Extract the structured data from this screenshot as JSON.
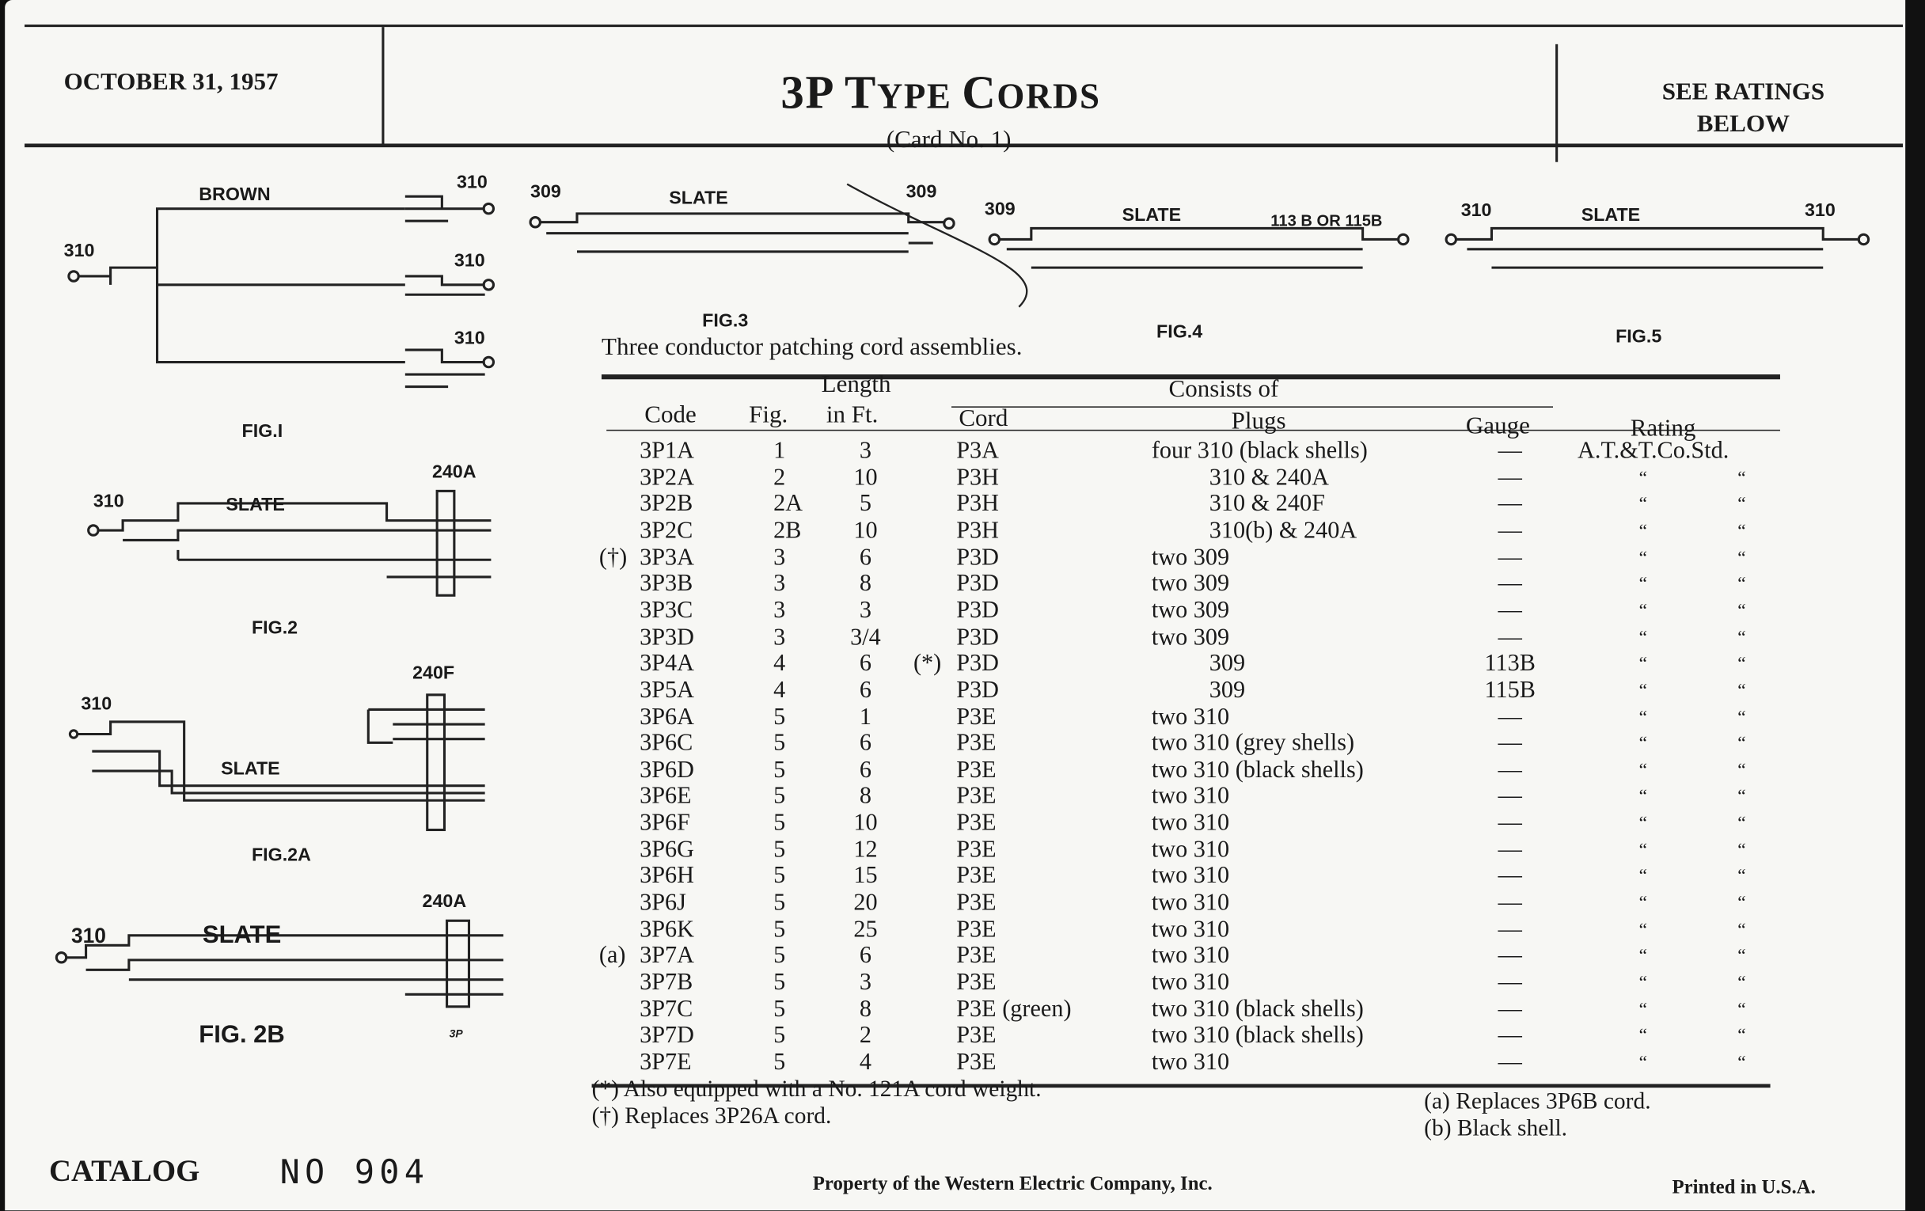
{
  "header": {
    "date": "OCTOBER 31, 1957",
    "title_big": "3P T",
    "title_small1": "YPE ",
    "title_c": "C",
    "title_small2": "ORDS",
    "subtitle": "(Card No. 1)",
    "ratings_note_line1": "SEE RATINGS",
    "ratings_note_line2": "BELOW"
  },
  "figures": {
    "fig1": {
      "caption": "FIG.I",
      "label_color": "BROWN",
      "plug_left": "310",
      "plugs_right": [
        "310",
        "310",
        "310"
      ]
    },
    "fig2": {
      "caption": "FIG.2",
      "label_color": "SLATE",
      "plug_left": "310",
      "plug_right": "240A"
    },
    "fig2a": {
      "caption": "FIG.2A",
      "label_color": "SLATE",
      "plug_left": "310",
      "plug_right": "240F"
    },
    "fig2b": {
      "caption": "FIG. 2B",
      "label_color": "SLATE",
      "plug_left": "310",
      "plug_right": "240A",
      "block_label": "3P"
    },
    "fig3": {
      "caption": "FIG.3",
      "label_color": "SLATE",
      "plug_left": "309",
      "plug_right": "309"
    },
    "fig4": {
      "caption": "FIG.4",
      "label_color": "SLATE",
      "plug_left": "309",
      "plug_right": "113 B OR 115B"
    },
    "fig5": {
      "caption": "FIG.5",
      "label_color": "SLATE",
      "plug_left": "310",
      "plug_right": "310"
    }
  },
  "table": {
    "caption": "Three conductor patching cord assemblies.",
    "headers": {
      "length_top": "Length",
      "consists_of": "Consists of",
      "code": "Code",
      "fig": "Fig.",
      "length": "in Ft.",
      "cord": "Cord",
      "plugs": "Plugs",
      "gauge": "Gauge",
      "rating": "Rating"
    },
    "rows": [
      {
        "mark": "",
        "code": "3P1A",
        "fig": "1",
        "length": "3",
        "cord_mark": "",
        "cord": "P3A",
        "plugs": "four 310 (black shells)",
        "gauge": "—",
        "rating": "A.T.&T.Co.Std."
      },
      {
        "mark": "",
        "code": "3P2A",
        "fig": "2",
        "length": "10",
        "cord_mark": "",
        "cord": "P3H",
        "plugs": "310 & 240A",
        "gauge": "—",
        "rating": "“ “"
      },
      {
        "mark": "",
        "code": "3P2B",
        "fig": "2A",
        "length": "5",
        "cord_mark": "",
        "cord": "P3H",
        "plugs": "310 & 240F",
        "gauge": "—",
        "rating": "“ “"
      },
      {
        "mark": "",
        "code": "3P2C",
        "fig": "2B",
        "length": "10",
        "cord_mark": "",
        "cord": "P3H",
        "plugs": "310(b) & 240A",
        "gauge": "—",
        "rating": "“ “"
      },
      {
        "mark": "(†)",
        "code": "3P3A",
        "fig": "3",
        "length": "6",
        "cord_mark": "",
        "cord": "P3D",
        "plugs": "two 309",
        "gauge": "—",
        "rating": "“ “"
      },
      {
        "mark": "",
        "code": "3P3B",
        "fig": "3",
        "length": "8",
        "cord_mark": "",
        "cord": "P3D",
        "plugs": "two 309",
        "gauge": "—",
        "rating": "“ “"
      },
      {
        "mark": "",
        "code": "3P3C",
        "fig": "3",
        "length": "3",
        "cord_mark": "",
        "cord": "P3D",
        "plugs": "two 309",
        "gauge": "—",
        "rating": "“ “"
      },
      {
        "mark": "",
        "code": "3P3D",
        "fig": "3",
        "length": "3/4",
        "cord_mark": "",
        "cord": "P3D",
        "plugs": "two 309",
        "gauge": "—",
        "rating": "“ “"
      },
      {
        "mark": "",
        "code": "3P4A",
        "fig": "4",
        "length": "6",
        "cord_mark": "(*)",
        "cord": "P3D",
        "plugs": "309",
        "gauge": "113B",
        "rating": "“ “"
      },
      {
        "mark": "",
        "code": "3P5A",
        "fig": "4",
        "length": "6",
        "cord_mark": "",
        "cord": "P3D",
        "plugs": "309",
        "gauge": "115B",
        "rating": "“ “"
      },
      {
        "mark": "",
        "code": "3P6A",
        "fig": "5",
        "length": "1",
        "cord_mark": "",
        "cord": "P3E",
        "plugs": "two 310",
        "gauge": "—",
        "rating": "“ “"
      },
      {
        "mark": "",
        "code": "3P6C",
        "fig": "5",
        "length": "6",
        "cord_mark": "",
        "cord": "P3E",
        "plugs": "two 310 (grey shells)",
        "gauge": "—",
        "rating": "“ “"
      },
      {
        "mark": "",
        "code": "3P6D",
        "fig": "5",
        "length": "6",
        "cord_mark": "",
        "cord": "P3E",
        "plugs": "two 310 (black shells)",
        "gauge": "—",
        "rating": "“ “"
      },
      {
        "mark": "",
        "code": "3P6E",
        "fig": "5",
        "length": "8",
        "cord_mark": "",
        "cord": "P3E",
        "plugs": "two 310",
        "gauge": "—",
        "rating": "“ “"
      },
      {
        "mark": "",
        "code": "3P6F",
        "fig": "5",
        "length": "10",
        "cord_mark": "",
        "cord": "P3E",
        "plugs": "two 310",
        "gauge": "—",
        "rating": "“ “"
      },
      {
        "mark": "",
        "code": "3P6G",
        "fig": "5",
        "length": "12",
        "cord_mark": "",
        "cord": "P3E",
        "plugs": "two 310",
        "gauge": "—",
        "rating": "“ “"
      },
      {
        "mark": "",
        "code": "3P6H",
        "fig": "5",
        "length": "15",
        "cord_mark": "",
        "cord": "P3E",
        "plugs": "two 310",
        "gauge": "—",
        "rating": "“ “"
      },
      {
        "mark": "",
        "code": "3P6J",
        "fig": "5",
        "length": "20",
        "cord_mark": "",
        "cord": "P3E",
        "plugs": "two 310",
        "gauge": "—",
        "rating": "“ “"
      },
      {
        "mark": "",
        "code": "3P6K",
        "fig": "5",
        "length": "25",
        "cord_mark": "",
        "cord": "P3E",
        "plugs": "two 310",
        "gauge": "—",
        "rating": "“ “"
      },
      {
        "mark": "(a)",
        "code": "3P7A",
        "fig": "5",
        "length": "6",
        "cord_mark": "",
        "cord": "P3E",
        "plugs": "two 310",
        "gauge": "—",
        "rating": "“ “"
      },
      {
        "mark": "",
        "code": "3P7B",
        "fig": "5",
        "length": "3",
        "cord_mark": "",
        "cord": "P3E",
        "plugs": "two 310",
        "gauge": "—",
        "rating": "“ “"
      },
      {
        "mark": "",
        "code": "3P7C",
        "fig": "5",
        "length": "8",
        "cord_mark": "",
        "cord": "P3E (green)",
        "plugs": "two 310 (black shells)",
        "gauge": "—",
        "rating": "“ “"
      },
      {
        "mark": "",
        "code": "3P7D",
        "fig": "5",
        "length": "2",
        "cord_mark": "",
        "cord": "P3E",
        "plugs": "two 310 (black shells)",
        "gauge": "—",
        "rating": "“ “"
      },
      {
        "mark": "",
        "code": "3P7E",
        "fig": "5",
        "length": "4",
        "cord_mark": "",
        "cord": "P3E",
        "plugs": "two 310",
        "gauge": "—",
        "rating": "“ “"
      }
    ]
  },
  "footnotes": {
    "star": "(*)  Also equipped with a No. 121A cord weight.",
    "dagger": "(†)  Replaces 3P26A cord.",
    "a": "(a)  Replaces 3P6B cord.",
    "b": "(b)  Black shell."
  },
  "footer": {
    "catalog": "CATALOG",
    "catalog_number": "NO 904",
    "property": "Property of the Western Electric Company, Inc.",
    "printed": "Printed in U.S.A."
  }
}
